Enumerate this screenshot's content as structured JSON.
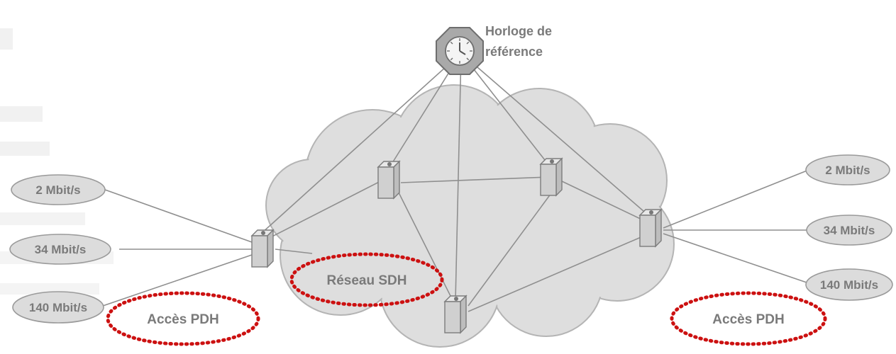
{
  "clock": {
    "label_line1": "Horloge de",
    "label_line2": "référence"
  },
  "network": {
    "label": "Réseau SDH"
  },
  "left_access": {
    "label": "Accès PDH",
    "rates": [
      "2 Mbit/s",
      "34 Mbit/s",
      "140 Mbit/s"
    ]
  },
  "right_access": {
    "label": "Accès PDH",
    "rates": [
      "2 Mbit/s",
      "34 Mbit/s",
      "140 Mbit/s"
    ]
  },
  "colors": {
    "cloud_fill": "#dedede",
    "cloud_stroke": "#b4b4b4",
    "line": "#8f8f8f",
    "label_text": "#7a7a7a",
    "highlight": "#cc1111"
  },
  "icons": [
    "clock-icon",
    "network-node-icon"
  ]
}
